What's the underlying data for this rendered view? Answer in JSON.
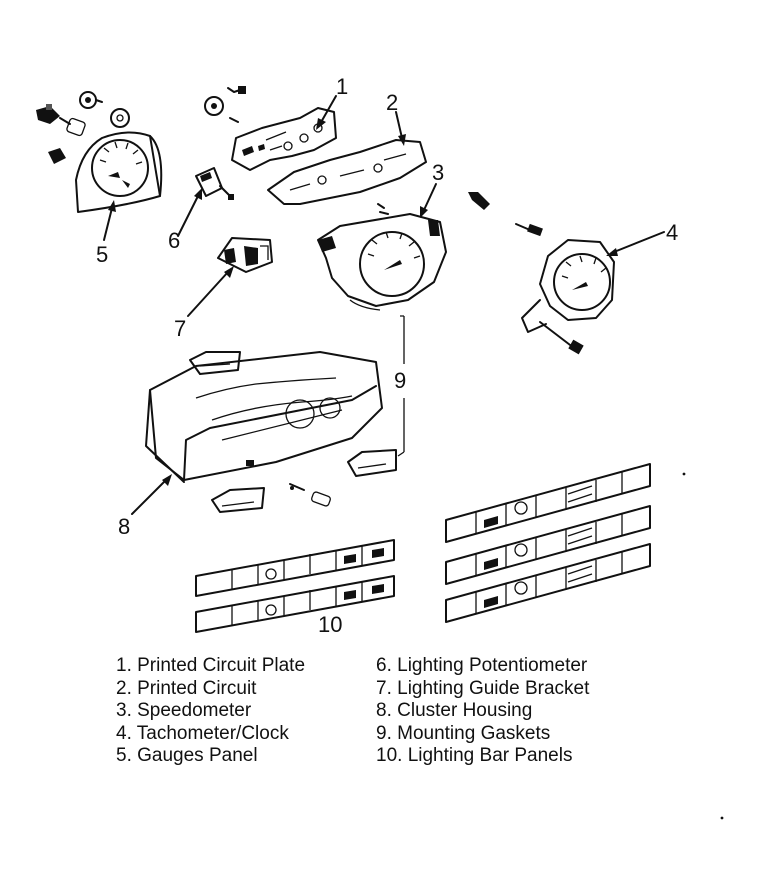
{
  "callouts": [
    "1",
    "2",
    "3",
    "4",
    "5",
    "6",
    "7",
    "8",
    "9",
    "10"
  ],
  "legend": {
    "left": [
      "1. Printed Circuit Plate",
      "2. Printed Circuit",
      "3. Speedometer",
      "4. Tachometer/Clock",
      "5. Gauges Panel"
    ],
    "right": [
      "6. Lighting Potentiometer",
      "7. Lighting Guide Bracket",
      "8. Cluster Housing",
      "9. Mounting Gaskets",
      "10. Lighting Bar Panels"
    ]
  },
  "colors": {
    "ink": "#111111",
    "background": "#ffffff"
  }
}
